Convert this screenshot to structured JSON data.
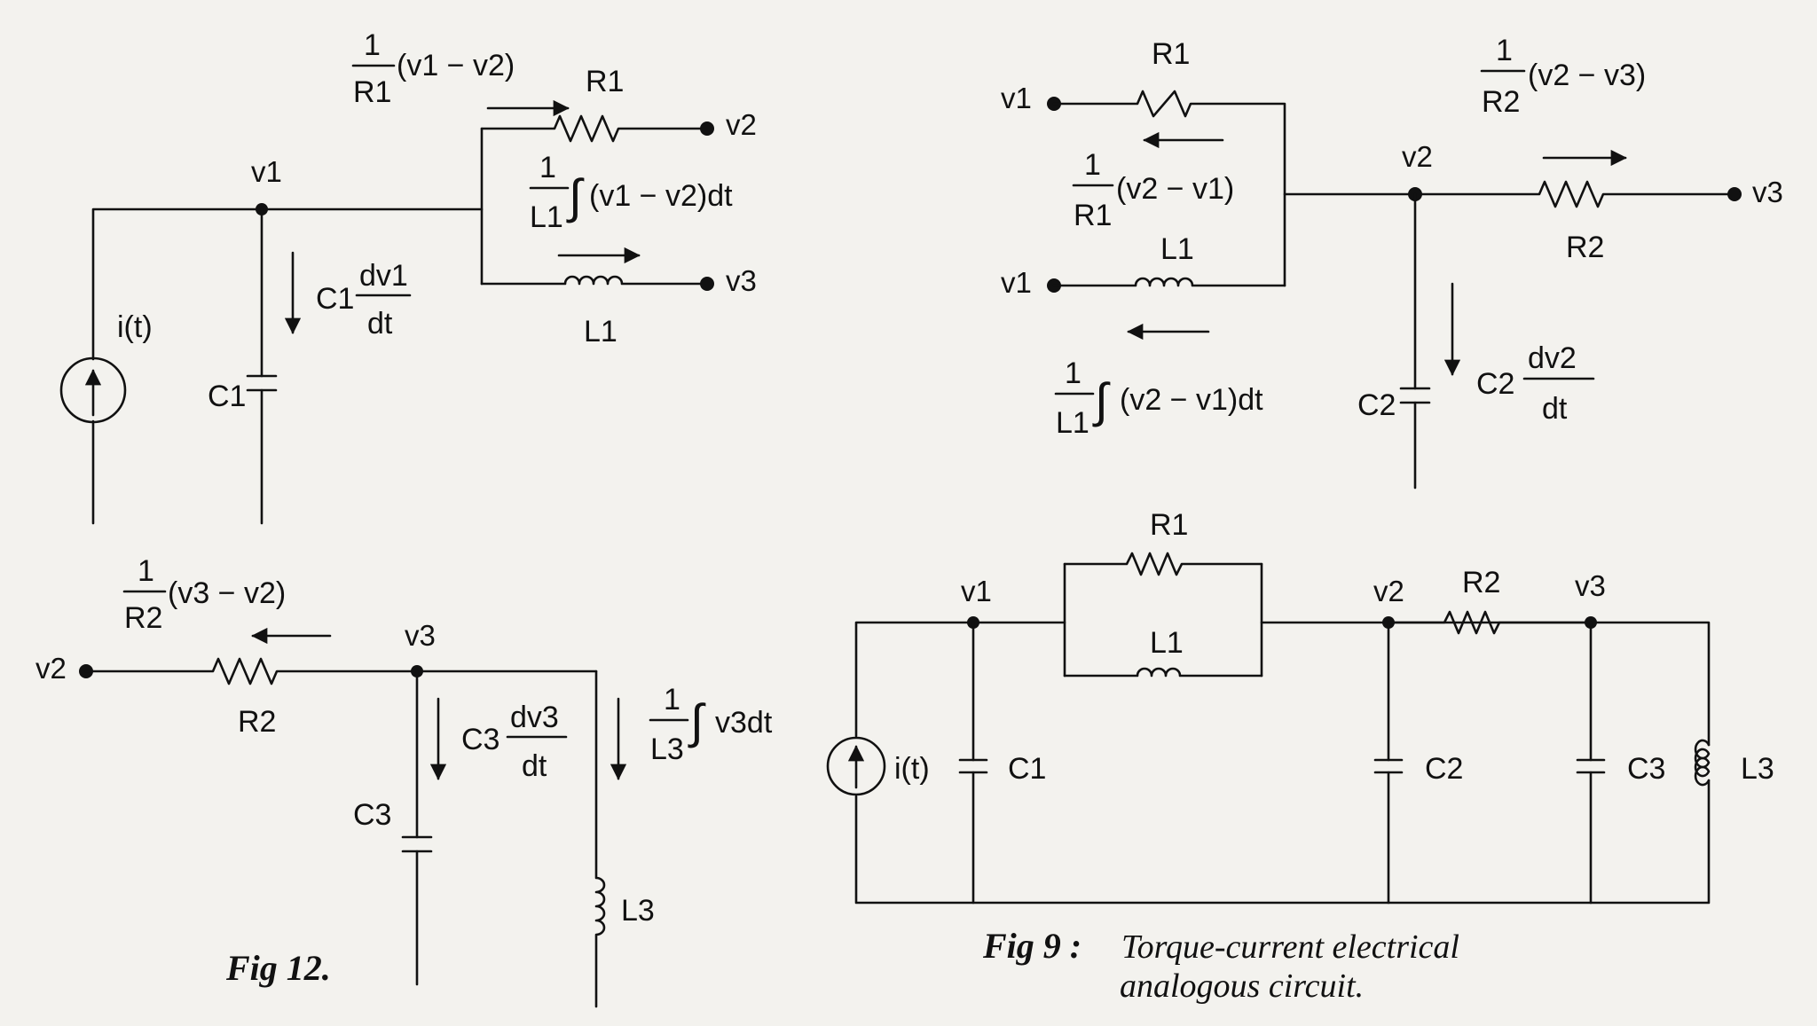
{
  "fig12_top": {
    "v1": "v1",
    "v2": "v2",
    "v3": "v3",
    "R1": "R1",
    "L1": "L1",
    "C1": "C1",
    "source": "i(t)",
    "i_R1_num": "1",
    "i_R1_den": "R1",
    "i_R1_expr": "(v1 − v2)",
    "i_L1_num": "1",
    "i_L1_den": "L1",
    "i_L1_expr": "(v1 − v2)dt",
    "i_C1_coef": "C1",
    "i_C1_num": "dv1",
    "i_C1_den": "dt"
  },
  "fig12_right": {
    "v1a": "v1",
    "v1b": "v1",
    "v2": "v2",
    "v3": "v3",
    "R1": "R1",
    "L1": "L1",
    "R2": "R2",
    "C2": "C2",
    "i_R2_num": "1",
    "i_R2_den": "R2",
    "i_R2_expr": "(v2 − v3)",
    "i_R1_num": "1",
    "i_R1_den": "R1",
    "i_R1_expr": "(v2 − v1)",
    "i_L1_num": "1",
    "i_L1_den": "L1",
    "i_L1_expr": "(v2 − v1)dt",
    "i_C2_coef": "C2",
    "i_C2_num": "dv2",
    "i_C2_den": "dt"
  },
  "fig12_bottom": {
    "v2": "v2",
    "v3": "v3",
    "R2": "R2",
    "C3": "C3",
    "L3": "L3",
    "i_R2_num": "1",
    "i_R2_den": "R2",
    "i_R2_expr": "(v3 − v2)",
    "i_C3_coef": "C3",
    "i_C3_num": "dv3",
    "i_C3_den": "dt",
    "i_L3_num": "1",
    "i_L3_den": "L3",
    "i_L3_expr": "v3dt",
    "caption": "Fig 12."
  },
  "fig9": {
    "v1": "v1",
    "v2": "v2",
    "v3": "v3",
    "R1": "R1",
    "L1": "L1",
    "R2": "R2",
    "C1": "C1",
    "C2": "C2",
    "C3": "C3",
    "L3": "L3",
    "source": "i(t)",
    "caption_bold": "Fig 9 :",
    "caption_line1": "Torque-current electrical",
    "caption_line2": "analogous circuit."
  }
}
